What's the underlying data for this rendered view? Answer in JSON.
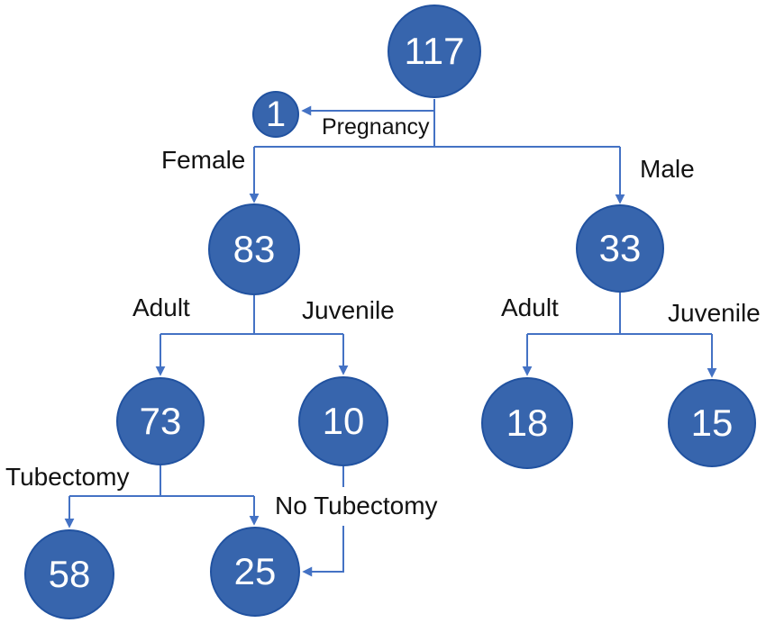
{
  "diagram": {
    "type": "flowchart",
    "description": "Study population breakdown tree",
    "colors": {
      "node_fill": "#3765ad",
      "node_border": "#2152a0",
      "connector": "#4472c4",
      "node_text": "#ffffff",
      "label_text": "#121212"
    },
    "nodes": {
      "total": {
        "value": "117"
      },
      "pregnancy": {
        "value": "1"
      },
      "female": {
        "value": "83"
      },
      "male": {
        "value": "33"
      },
      "female_adult": {
        "value": "73"
      },
      "female_juvenile": {
        "value": "10"
      },
      "male_adult": {
        "value": "18"
      },
      "male_juvenile": {
        "value": "15"
      },
      "tubectomy": {
        "value": "58"
      },
      "no_tubectomy": {
        "value": "25"
      }
    },
    "labels": {
      "pregnancy": "Pregnancy",
      "female": "Female",
      "male": "Male",
      "adult_left": "Adult",
      "juvenile_left": "Juvenile",
      "adult_right": "Adult",
      "juvenile_right": "Juvenile",
      "tubectomy": "Tubectomy",
      "no_tubectomy": "No Tubectomy"
    },
    "edges": [
      {
        "from": "total",
        "to": "pregnancy",
        "label": "Pregnancy"
      },
      {
        "from": "total",
        "to": "female",
        "label": "Female"
      },
      {
        "from": "total",
        "to": "male",
        "label": "Male"
      },
      {
        "from": "female",
        "to": "female_adult",
        "label": "Adult"
      },
      {
        "from": "female",
        "to": "female_juvenile",
        "label": "Juvenile"
      },
      {
        "from": "male",
        "to": "male_adult",
        "label": "Adult"
      },
      {
        "from": "male",
        "to": "male_juvenile",
        "label": "Juvenile"
      },
      {
        "from": "female_adult",
        "to": "tubectomy",
        "label": "Tubectomy"
      },
      {
        "from": "female_adult",
        "to": "no_tubectomy",
        "label": ""
      },
      {
        "from": "female_juvenile",
        "to": "no_tubectomy",
        "label": "No Tubectomy"
      }
    ]
  }
}
